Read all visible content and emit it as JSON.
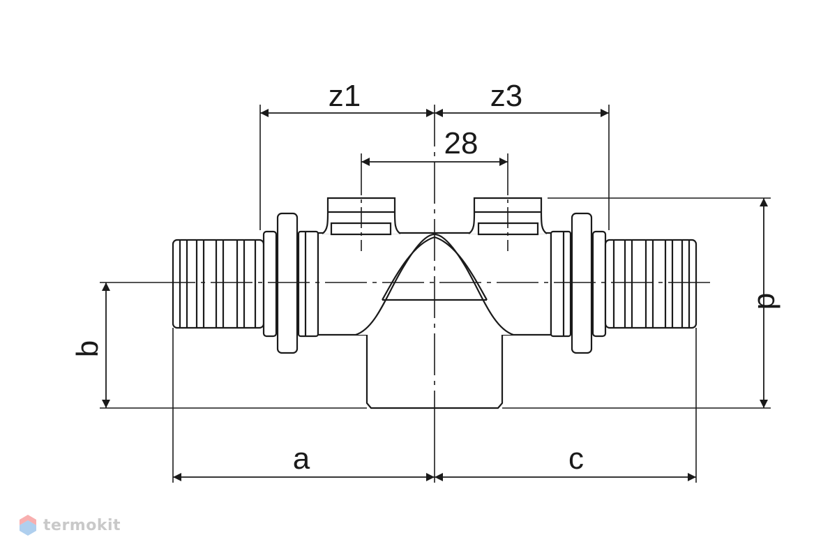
{
  "dimensions": {
    "z1": "z1",
    "z3": "z3",
    "center": "28",
    "a": "a",
    "b": "b",
    "c": "c",
    "d": "d"
  },
  "brand": {
    "name": "termokit",
    "logo_colors": [
      "#f26d6d",
      "#6da7e0"
    ]
  },
  "colors": {
    "line": "#1a1a1a",
    "background": "#ffffff"
  }
}
